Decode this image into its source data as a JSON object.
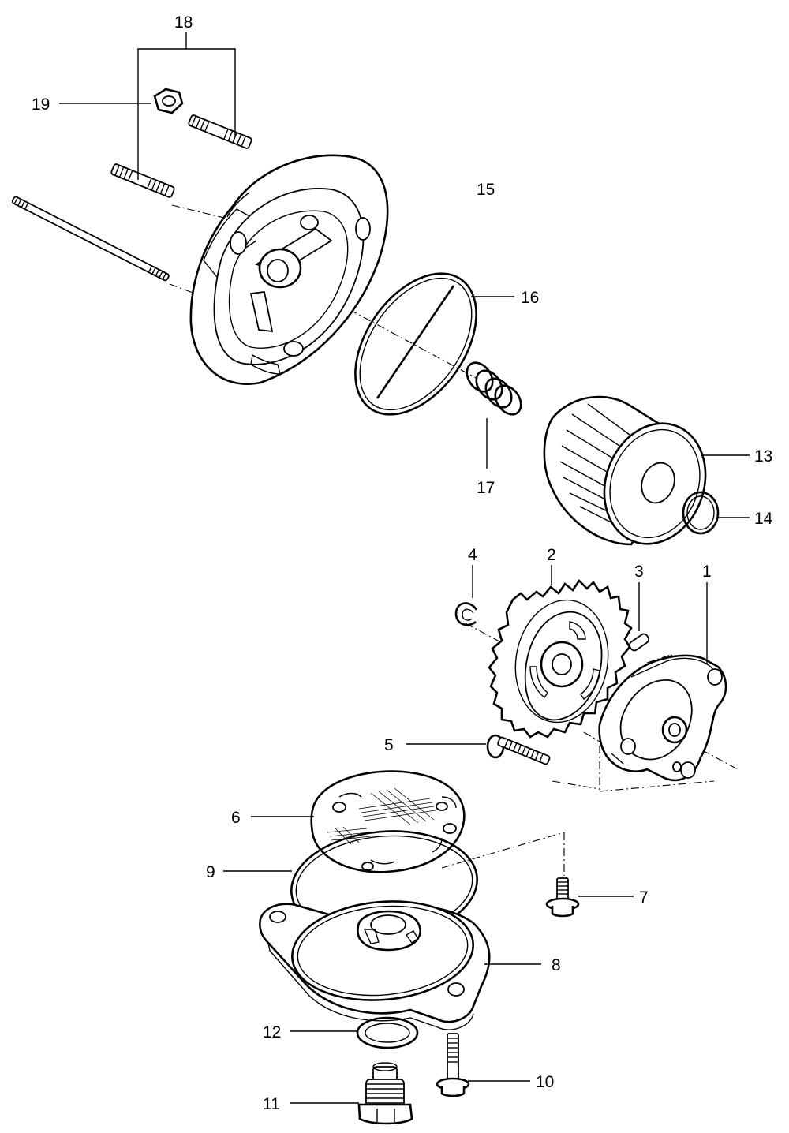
{
  "diagram": {
    "type": "exploded-parts-diagram",
    "colors": {
      "line": "#000000",
      "background": "#ffffff",
      "shade": "#d9d9d9"
    },
    "callouts": [
      {
        "id": "c1",
        "label": "1"
      },
      {
        "id": "c2",
        "label": "2"
      },
      {
        "id": "c3",
        "label": "3"
      },
      {
        "id": "c4",
        "label": "4"
      },
      {
        "id": "c5",
        "label": "5"
      },
      {
        "id": "c6",
        "label": "6"
      },
      {
        "id": "c7",
        "label": "7"
      },
      {
        "id": "c8",
        "label": "8"
      },
      {
        "id": "c9",
        "label": "9"
      },
      {
        "id": "c10",
        "label": "10"
      },
      {
        "id": "c11",
        "label": "11"
      },
      {
        "id": "c12",
        "label": "12"
      },
      {
        "id": "c13",
        "label": "13"
      },
      {
        "id": "c14",
        "label": "14"
      },
      {
        "id": "c15",
        "label": "15"
      },
      {
        "id": "c16",
        "label": "16"
      },
      {
        "id": "c17",
        "label": "17"
      },
      {
        "id": "c18",
        "label": "18"
      },
      {
        "id": "c19",
        "label": "19"
      }
    ]
  }
}
